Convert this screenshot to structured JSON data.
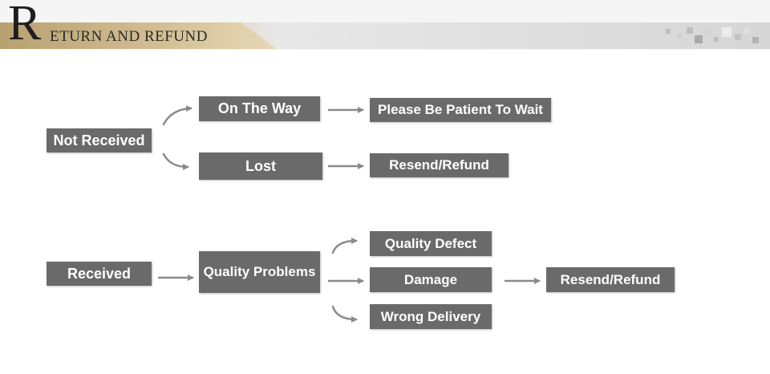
{
  "header": {
    "initial": "R",
    "title_rest": "ETURN AND REFUND"
  },
  "nodes": {
    "not_received": "Not Received",
    "on_the_way": "On The Way",
    "lost": "Lost",
    "please_wait": "Please Be Patient To Wait",
    "resend_refund_1": "Resend/Refund",
    "received": "Received",
    "quality_problems": "Quality Problems",
    "quality_defect": "Quality Defect",
    "damage": "Damage",
    "wrong_delivery": "Wrong Delivery",
    "resend_refund_2": "Resend/Refund"
  },
  "colors": {
    "box": "#6a6a6a",
    "arrow": "#8a8a8a",
    "accent": "#c6b083"
  }
}
